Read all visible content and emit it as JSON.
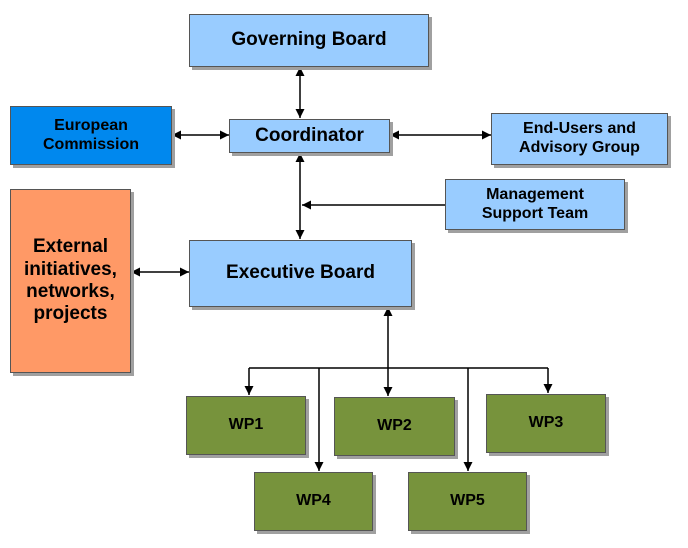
{
  "colors": {
    "light_blue": "#99ccff",
    "blue": "#0088ee",
    "orange": "#ff9966",
    "green": "#77933c",
    "line": "#000000"
  },
  "nodes": {
    "governing_board": "Governing Board",
    "coordinator": "Coordinator",
    "european_commission": "European\nCommission",
    "end_users": "End-Users and\nAdvisory Group",
    "management_support": "Management\nSupport Team",
    "executive_board": "Executive Board",
    "external": "External\ninitiatives,\nnetworks,\nprojects",
    "wp1": "WP1",
    "wp2": "WP2",
    "wp3": "WP3",
    "wp4": "WP4",
    "wp5": "WP5"
  },
  "connections": [
    {
      "from": "governing_board",
      "to": "coordinator",
      "type": "bidirectional"
    },
    {
      "from": "european_commission",
      "to": "coordinator",
      "type": "bidirectional"
    },
    {
      "from": "coordinator",
      "to": "end_users",
      "type": "bidirectional"
    },
    {
      "from": "coordinator",
      "to": "executive_board",
      "type": "bidirectional"
    },
    {
      "from": "management_support",
      "to": "coordinator-executive link",
      "type": "directed"
    },
    {
      "from": "external",
      "to": "executive_board",
      "type": "bidirectional"
    },
    {
      "from": "executive_board",
      "to": [
        "wp1",
        "wp2",
        "wp3",
        "wp4",
        "wp5"
      ],
      "type": "bidirectional"
    }
  ]
}
